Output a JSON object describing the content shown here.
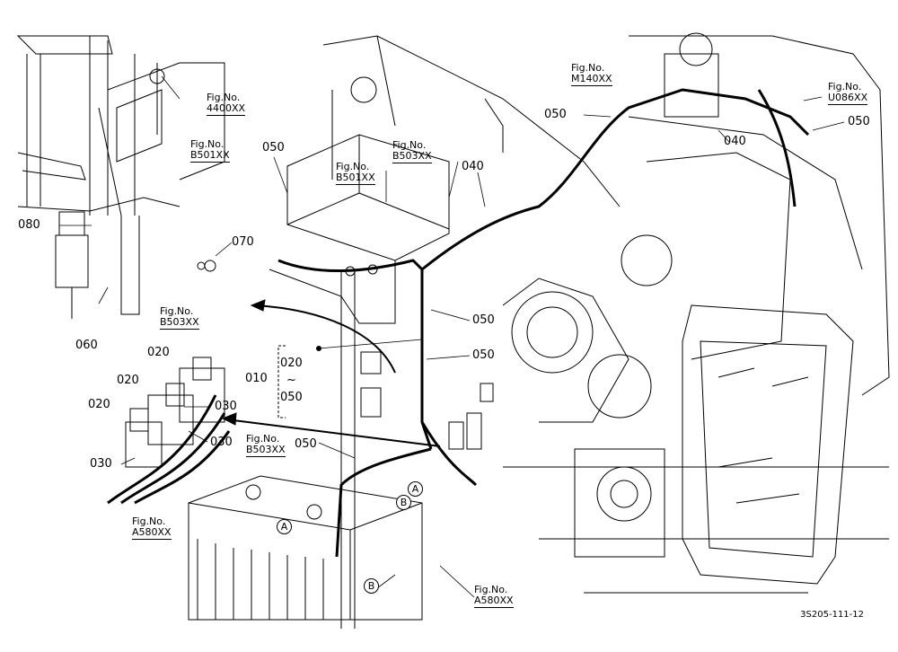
{
  "diagram": {
    "fig_label": "Fig.No.",
    "figures": {
      "f4400": "4400XX",
      "m140": "M140XX",
      "u086": "U086XX",
      "b501_left": "B501XX",
      "b501_mid": "B501XX",
      "b503_top": "B503XX",
      "b503_left": "B503XX",
      "b503_lower": "B503XX",
      "a580_left": "A580XX",
      "a580_bottom": "A580XX"
    },
    "parts": {
      "p080": "080",
      "p070": "070",
      "p060": "060",
      "p050_a": "050",
      "p050_b": "050",
      "p050_c": "050",
      "p050_d": "050",
      "p050_e": "050",
      "p050_f": "050",
      "p040_a": "040",
      "p040_b": "040",
      "p020_a": "020",
      "p020_b": "020",
      "p020_c": "020",
      "p030_a": "030",
      "p030_b": "030",
      "p030_c": "030",
      "p010": "010"
    },
    "range": {
      "from": "020",
      "sep": "~",
      "to": "050"
    },
    "connectors": {
      "a1": "A",
      "a2": "A",
      "b1": "B",
      "b2": "B"
    },
    "reference": "3S205-111-12"
  }
}
